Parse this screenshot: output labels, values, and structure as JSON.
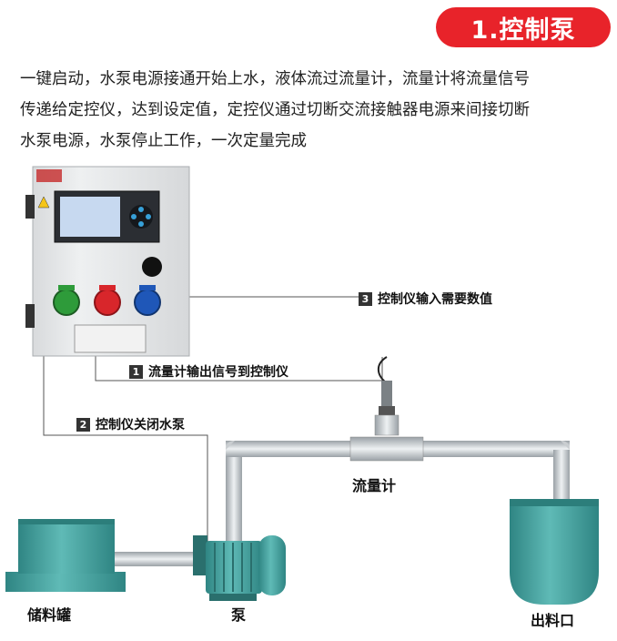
{
  "header": {
    "title": "1.控制泵"
  },
  "intro": {
    "lines": [
      "一键启动，水泵电源接通开始上水，液体流过流量计，流量计将流量信号",
      "传递给定控仪，达到设定值，定控仪通过切断交流接触器电源来间接切断",
      "水泵电源，水泵停止工作，一次定量完成"
    ]
  },
  "steps": [
    {
      "num": "1",
      "text": "流量计输出信号到控制仪"
    },
    {
      "num": "2",
      "text": "控制仪关闭水泵"
    },
    {
      "num": "3",
      "text": "控制仪输入需要数值"
    }
  ],
  "components": {
    "storage_tank": "储料罐",
    "pump": "泵",
    "flowmeter": "流量计",
    "outlet": "出料口"
  },
  "colors": {
    "title_red": "#e8232a",
    "tank_teal": "#3f9e9b",
    "pipe_grey": "#bfc4c8",
    "cabinet_grey": "#e4e6e8",
    "start_green": "#2e9b3a",
    "stop_red": "#d8262b",
    "reset_blue": "#1f57b8"
  }
}
